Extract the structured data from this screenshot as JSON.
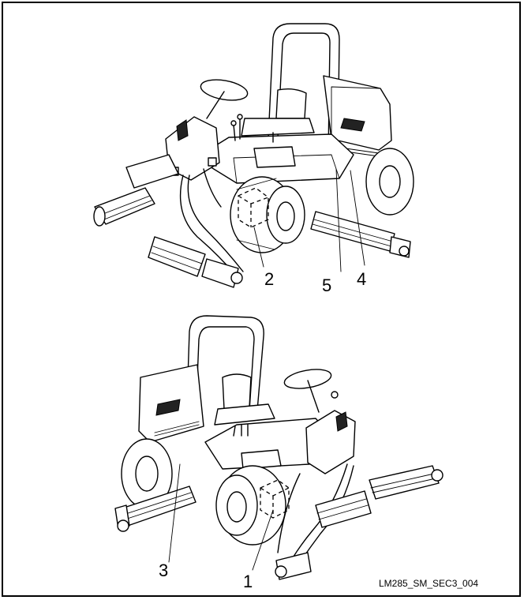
{
  "diagram": {
    "callouts": {
      "c1": "1",
      "c2": "2",
      "c3": "3",
      "c4": "4",
      "c5": "5"
    },
    "figure_id": "LM285_SM_SEC3_004"
  },
  "colors": {
    "line": "#000000",
    "background": "#ffffff"
  }
}
